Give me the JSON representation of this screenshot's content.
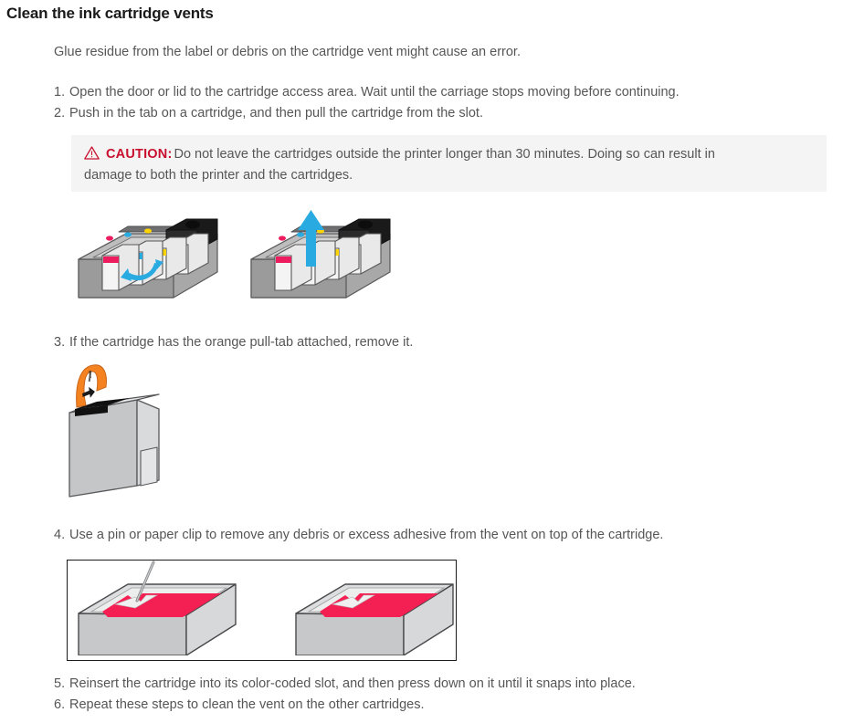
{
  "page": {
    "title": "Clean the ink cartridge vents",
    "intro": "Glue residue from the label or debris on the cartridge vent might cause an error."
  },
  "steps": [
    {
      "num": "1.",
      "text": "Open the door or lid to the cartridge access area. Wait until the carriage stops moving before continuing."
    },
    {
      "num": "2.",
      "text": "Push in the tab on a cartridge, and then pull the cartridge from the slot."
    },
    {
      "num": "3.",
      "text": "If the cartridge has the orange pull-tab attached, remove it."
    },
    {
      "num": "4.",
      "text": "Use a pin or paper clip to remove any debris or excess adhesive from the vent on top of the cartridge."
    },
    {
      "num": "5.",
      "text": "Reinsert the cartridge into its color-coded slot, and then press down on it until it snaps into place."
    },
    {
      "num": "6.",
      "text": "Repeat these steps to clean the vent on the other cartridges."
    }
  ],
  "caution": {
    "icon": "warning-triangle-icon",
    "label": "CAUTION:",
    "line1": "Do not leave the cartridges outside the printer longer than 30 minutes. Doing so can result in",
    "line2": "damage to both the printer and the cartridges."
  },
  "illustrations": [
    {
      "name": "carriage-push-tab",
      "caption": "Printer carriage with four ink cartridges and a curved arrow showing the tab being pushed in"
    },
    {
      "name": "carriage-pull-cartridge",
      "caption": "Printer carriage with an upward arrow showing the cartridge being pulled from the slot"
    },
    {
      "name": "cartridge-orange-pull-tab",
      "caption": "Ink cartridge with the orange pull-tab attached at the top"
    },
    {
      "name": "cartridge-vent-pin",
      "caption": "Two cartridge tops, one with a pin clearing the vent and one clear vent"
    }
  ],
  "colors": {
    "caution_red": "#c8102e",
    "caution_background": "#f4f4f4",
    "body_text": "#565656",
    "title_text": "#1a1a1a",
    "arrow_blue": "#29abe2",
    "pulltab_orange": "#f58220",
    "ink_magenta": "#ec1c5e",
    "ink_cyan": "#29abe2",
    "ink_yellow": "#ffd400",
    "ink_black": "#111111"
  }
}
